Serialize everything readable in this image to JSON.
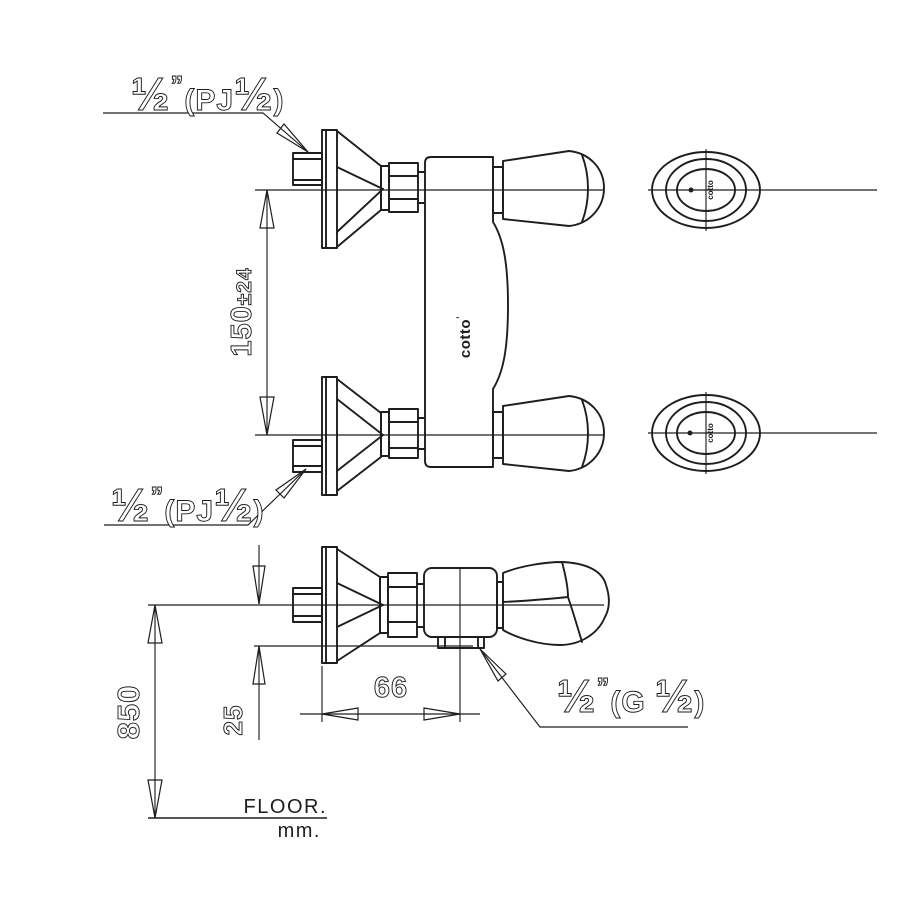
{
  "brand": {
    "name": "cotto",
    "mark": "’"
  },
  "labels": {
    "half": "½",
    "inch": "”",
    "pj_open": "(PJ",
    "g_open": "(G ",
    "close": ")"
  },
  "dimensions": {
    "center_distance": "150",
    "center_distance_tol": "±24",
    "height_from_floor": "850",
    "outlet_offset": "25",
    "wall_to_outlet": "66"
  },
  "annotations": {
    "floor": "FLOOR.",
    "units": "mm."
  }
}
